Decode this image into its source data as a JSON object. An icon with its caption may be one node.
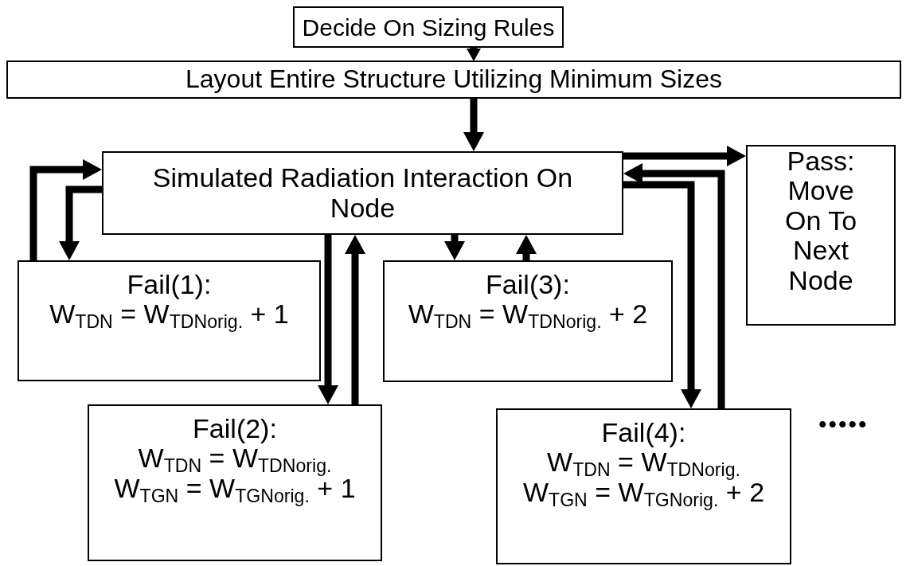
{
  "diagram": {
    "nodes": [
      {
        "text": [
          "Decide On Sizing Rules"
        ]
      },
      {
        "text": [
          "Layout Entire Structure Utilizing Minimum Sizes"
        ]
      },
      {
        "text": [
          "Simulated Radiation Interaction On Node"
        ]
      },
      {
        "text": [
          "Fail(1):",
          "W$_{TDN}$ = W$_{TDNorig.}$ + 1"
        ]
      },
      {
        "text": [
          "Fail(2):",
          "W$_{TDN}$ = W$_{TDNorig.}$",
          "W$_{TGN}$ = W$_{TGNorig.}$ + 1"
        ]
      },
      {
        "text": [
          "Fail(3):",
          "W$_{TDN}$ = W$_{TDNorig.}$ + 2"
        ]
      },
      {
        "text": [
          "Pass: Move On To Next Node"
        ]
      },
      {
        "text": [
          "Fail(4):",
          "W$_{TDN}$ = W$_{TDNorig.}$",
          "W$_{TGN}$ = W$_{TGNorig.}$ + 2"
        ]
      }
    ],
    "edges": [
      {
        "from": 0,
        "to": 1,
        "arrow": "to"
      },
      {
        "from": 1,
        "to": 2,
        "arrow": "to"
      },
      {
        "from": 2,
        "to": 3,
        "arrow": "to"
      },
      {
        "from": 3,
        "to": 2,
        "arrow": "to"
      },
      {
        "from": 2,
        "to": 4,
        "arrow": "to"
      },
      {
        "from": 4,
        "to": 2,
        "arrow": "to"
      },
      {
        "from": 2,
        "to": 5,
        "arrow": "to"
      },
      {
        "from": 5,
        "to": 2,
        "arrow": "to"
      },
      {
        "from": 2,
        "to": 6,
        "arrow": "to"
      },
      {
        "from": 7,
        "to": 2,
        "arrow": "to"
      },
      {
        "from": 2,
        "to": 7,
        "arrow": "to"
      }
    ],
    "labels": [
      "•••••"
    ]
  }
}
